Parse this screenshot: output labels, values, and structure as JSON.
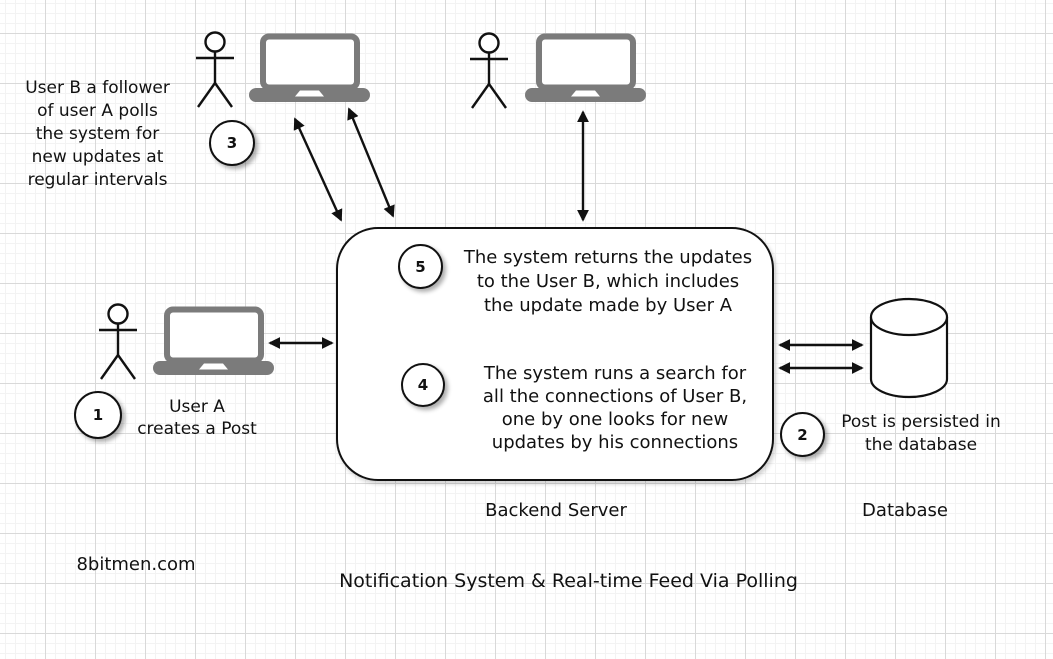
{
  "diagram": {
    "title": "Notification System & Real-time Feed Via Polling",
    "watermark": "8bitmen.com"
  },
  "badges": {
    "b1": "1",
    "b2": "2",
    "b3": "3",
    "b4": "4",
    "b5": "5"
  },
  "notes": {
    "user_b_polls": "User B a follower\nof user A polls\nthe system for\nnew updates at\nregular intervals",
    "user_a_creates": "User A\ncreates a Post",
    "post_persisted": "Post is persisted in\nthe database"
  },
  "server": {
    "label": "Backend Server",
    "step5": "The system returns the updates\nto the User B, which includes\nthe update made by User A",
    "step4": "The system runs a search for\nall the connections of User B,\none by one looks for new\nupdates by his connections"
  },
  "database": {
    "label": "Database"
  },
  "icons": {
    "person": "stick-figure-icon",
    "laptop": "laptop-icon",
    "database": "database-cylinder-icon",
    "arrow": "double-headed-arrow-icon"
  },
  "colors": {
    "laptop_gray": "#7b7b7b",
    "stroke": "#111111",
    "grid_major": "#d9d9d9",
    "grid_minor": "#f3f3f3",
    "background": "#ffffff"
  }
}
